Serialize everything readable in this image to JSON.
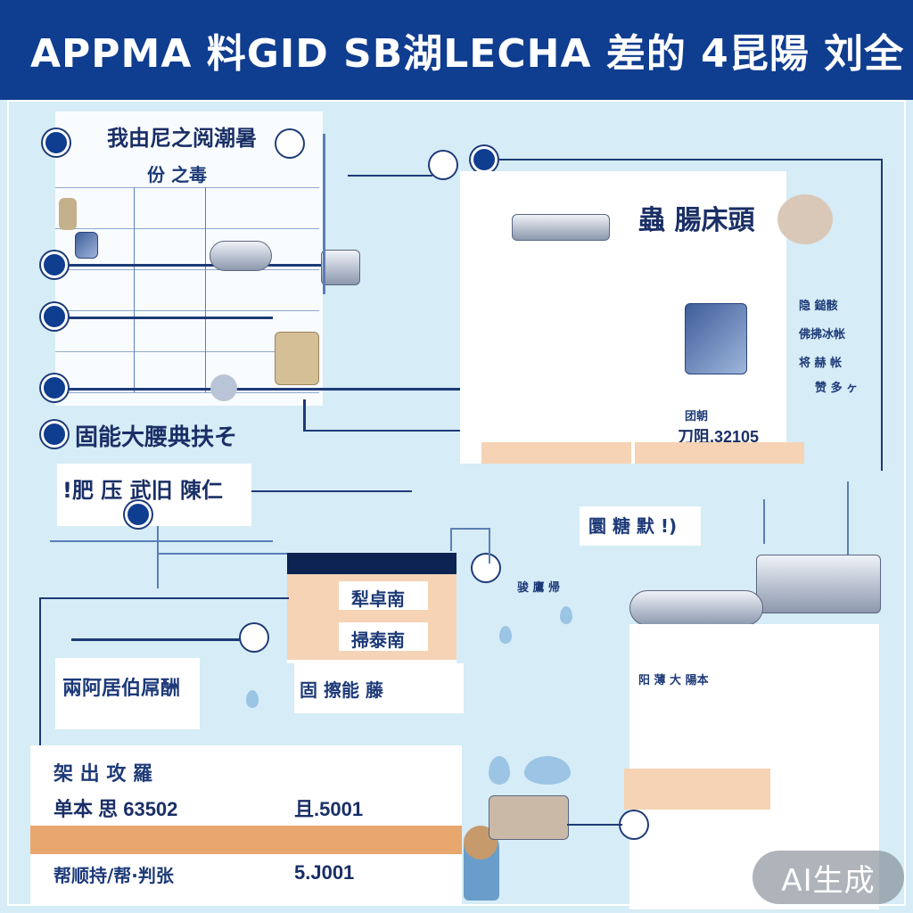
{
  "header": {
    "title": "APPMA 料GID SB湖LECHA 差的 4昆陽 刘全"
  },
  "left_top": {
    "title": "我由尼之阅潮暑",
    "subtitle": "份 之毒 "
  },
  "left_mid": {
    "heading": "固能大腰典扶そ",
    "label": "!肥 压 武旧 陳仁"
  },
  "left_bottom": {
    "heading": "兩阿居伯屌酬",
    "rows": [
      {
        "label": "架 出 攻 羅",
        "code": "单本 思 63502",
        "value": "且.5001"
      },
      {
        "label": "帮顺持/帮·判张",
        "value": "5.J001"
      }
    ]
  },
  "center_mid": {
    "bullet": "固 擦能 藤",
    "pill1": "犁卓南",
    "pill2": "掃泰南"
  },
  "right_panel": {
    "title": "蟲 腸床頭",
    "list": [
      "隐 鎚骸 ",
      "佛拂冰帐 ",
      "将 赫 帐",
      "赞 多 ヶ"
    ],
    "value_label": "团朝 ",
    "value": "刀阻.32105"
  },
  "right_mid": {
    "label": "圜 糖 默 !)",
    "caption": "阳 薄 大 陽本"
  },
  "center_right": {
    "label": "骏 鷹 帰"
  },
  "badge": "AI生成"
}
